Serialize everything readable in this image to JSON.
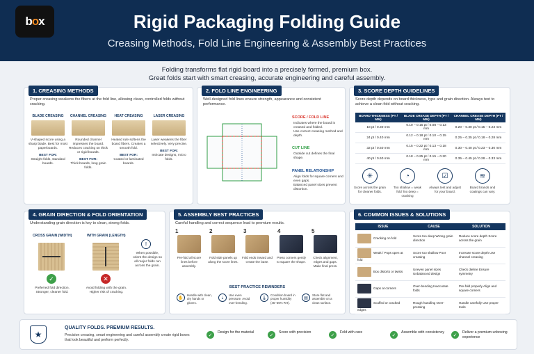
{
  "header": {
    "logo_left": "b",
    "logo_right": "x",
    "title": "Rigid Packaging Folding Guide",
    "subtitle": "Creasing Methods, Fold Line Engineering & Assembly Best Practices"
  },
  "intro": {
    "line1": "Folding transforms flat rigid board into a precisely formed, premium box.",
    "line2": "Great folds start with smart creasing, accurate engineering and careful assembly."
  },
  "creasing": {
    "title": "1. CREASING METHODS",
    "desc": "Proper creasing weakens the fibers at the fold line, allowing clean, controlled folds without cracking.",
    "methods": [
      {
        "name": "BLADE CREASING",
        "desc": "V-shaped score using a sharp blade. Best for most paperboards.",
        "best_label": "BEST FOR:",
        "best": "Straight folds, standard boards."
      },
      {
        "name": "CHANNEL CREASING",
        "desc": "Rounded channel impresses the board. Reduces cracking on thick or rigid boards.",
        "best_label": "BEST FOR:",
        "best": "Thick boards, long grain folds."
      },
      {
        "name": "HEAT CREASING",
        "desc": "Heated rule softens the board fibers. Creates a smooth fold.",
        "best_label": "BEST FOR:",
        "best": "Coated or laminated boards."
      },
      {
        "name": "LASER CREASING",
        "desc": "Laser weakens the fiber selectively. Very precise.",
        "best_label": "BEST FOR:",
        "best": "Intricate designs, micro folds."
      }
    ]
  },
  "foldline": {
    "title": "2. FOLD LINE ENGINEERING",
    "desc": "Well-designed fold lines ensure strength, appearance and consistent performance.",
    "score_label": "SCORE / FOLD LINE",
    "score_notes": [
      "Indicates where the board is creased and folded.",
      "Use correct creasing method and depth."
    ],
    "cut_label": "CUT LINE",
    "cut_notes": [
      "Outside cut defines the final shape."
    ],
    "panel_label": "PANEL RELATIONSHIP",
    "panel_notes": [
      "Align folds for square corners and even gaps.",
      "Balanced panel sizes prevent distortion."
    ],
    "colors": {
      "score": "#d9342b",
      "cut": "#2f9e44",
      "panel": "#1d4f91"
    }
  },
  "score": {
    "title": "3. SCORE DEPTH GUIDELINES",
    "desc": "Score depth depends on board thickness, type and grain direction. Always test to achieve a clean fold without cracking.",
    "headers": [
      "BOARD THICKNESS (PT / MM)",
      "BLADE CREASE DEPTH (PT / MM)",
      "CHANNEL CREASE DEPTH (PT / MM)"
    ],
    "rows": [
      [
        "18 pt / 0.30 mm",
        "0.10 – 0.15 pt / 0.08 – 0.13 mm",
        "0.20 – 0.30 pt / 0.15 – 0.23 mm"
      ],
      [
        "24 pt / 0.40 mm",
        "0.12 – 0.18 pt / 0.10 – 0.15 mm",
        "0.25 – 0.35 pt / 0.18 – 0.28 mm"
      ],
      [
        "32 pt / 0.50 mm",
        "0.15 – 0.22 pt / 0.13 – 0.18 mm",
        "0.30 – 0.40 pt / 0.23 – 0.30 mm"
      ],
      [
        "40 pt / 0.60 mm",
        "0.18 – 0.25 pt / 0.15 – 0.20 mm",
        "0.35 – 0.45 pt / 0.28 – 0.33 mm"
      ]
    ],
    "tips": [
      {
        "icon": "grain-icon",
        "text": "Score across the grain for cleaner folds."
      },
      {
        "icon": "gauge-icon",
        "text": "Too shallow = weak fold Too deep = cracking"
      },
      {
        "icon": "checklist-icon",
        "text": "Always test and adjust for your board."
      },
      {
        "icon": "layers-icon",
        "text": "Board brands and coatings can vary."
      }
    ]
  },
  "grain": {
    "title": "4. GRAIN DIRECTION & FOLD ORIENTATION",
    "desc": "Understanding grain direction is key to clean, strong folds.",
    "cross_label": "CROSS GRAIN (WIDTH)",
    "cross_result": "Preferred fold direction. Stronger, cleaner fold.",
    "with_label": "WITH GRAIN (LENGTH)",
    "with_result": "Avoid folding with the grain. Higher risk of cracking.",
    "tip": "When possible, orient the design so all major folds run across the grain."
  },
  "assembly": {
    "title": "5. ASSEMBLY BEST PRACTICES",
    "desc": "Careful handling and correct sequence lead to premium results.",
    "steps": [
      {
        "num": "1",
        "text": "Pre-fold all score lines before assembly."
      },
      {
        "num": "2",
        "text": "Fold side panels up along the score lines."
      },
      {
        "num": "3",
        "text": "Fold ends inward and create the base."
      },
      {
        "num": "4",
        "text": "Press corners gently to square the shape."
      },
      {
        "num": "5",
        "text": "Check alignment, edges and gaps. Make final press."
      }
    ],
    "reminders_title": "BEST PRACTICE REMINDERS",
    "reminders": [
      {
        "icon": "hand-icon",
        "text": "Handle with clean, dry hands or gloves."
      },
      {
        "icon": "pressure-icon",
        "text": "Use even pressure. Avoid over-bending."
      },
      {
        "icon": "thermometer-icon",
        "text": "Condition board in proper humidity (45–55% RH)."
      },
      {
        "icon": "stack-icon",
        "text": "Store flat and assemble on a clean surface."
      }
    ]
  },
  "issues": {
    "title": "6. COMMON ISSUES & SOLUTIONS",
    "headers": [
      "ISSUE",
      "CAUSE",
      "SOLUTION"
    ],
    "rows": [
      {
        "issue": "Cracking on fold",
        "cause": "Score too deep Wrong grain direction",
        "solution": "Reduce score depth Score across the grain"
      },
      {
        "issue": "Weak / Pops open at fold",
        "cause": "Score too shallow Poor creasing",
        "solution": "Increase score depth Use channel creasing"
      },
      {
        "issue": "Box distorts or twists",
        "cause": "Uneven panel sizes Unbalanced design",
        "solution": "Check dieline Ensure symmetry"
      },
      {
        "issue": "Gaps at corners",
        "cause": "Over-bending Inaccurate folds",
        "solution": "Pre-fold properly Align and square corners"
      },
      {
        "issue": "Scuffed or cracked edges",
        "cause": "Rough handling Over-pressing",
        "solution": "Handle carefully Use proper tools"
      }
    ]
  },
  "footer": {
    "title": "QUALITY FOLDS. PREMIUM RESULTS.",
    "desc": "Precision creasing, smart engineering and careful assembly create rigid boxes that look beautiful and perform perfectly.",
    "items": [
      "Design for the material",
      "Score with precision",
      "Fold with care",
      "Assemble with consistency",
      "Deliver a premium unboxing experience"
    ]
  }
}
